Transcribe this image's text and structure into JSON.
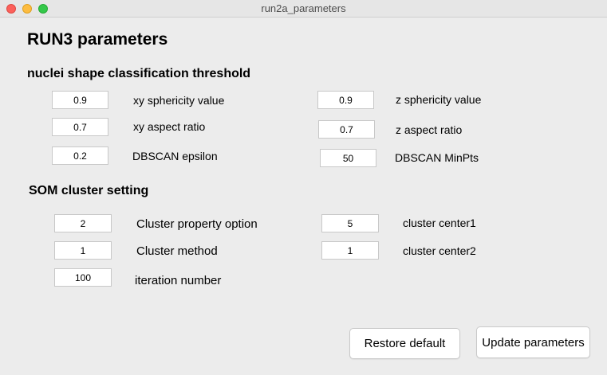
{
  "window": {
    "title": "run2a_parameters",
    "controls": {
      "close_color": "#fc605b",
      "minimize_color": "#fdbc40",
      "maximize_color": "#34c84a"
    }
  },
  "heading": "RUN3 parameters",
  "nuclei_section": {
    "title": "nuclei shape classification threshold",
    "xy_sphericity": {
      "value": "0.9",
      "label": "xy sphericity value"
    },
    "z_sphericity": {
      "value": "0.9",
      "label": "z sphericity value"
    },
    "xy_aspect": {
      "value": "0.7",
      "label": "xy aspect ratio"
    },
    "z_aspect": {
      "value": "0.7",
      "label": "z aspect ratio"
    },
    "dbscan_epsilon": {
      "value": "0.2",
      "label": "DBSCAN epsilon"
    },
    "dbscan_minpts": {
      "value": "50",
      "label": "DBSCAN MinPts"
    }
  },
  "som_section": {
    "title": "SOM cluster setting",
    "cluster_property": {
      "value": "2",
      "label": "Cluster property option"
    },
    "cluster_center1": {
      "value": "5",
      "label": "cluster center1"
    },
    "cluster_method": {
      "value": "1",
      "label": "Cluster method"
    },
    "cluster_center2": {
      "value": "1",
      "label": "cluster center2"
    },
    "iteration": {
      "value": "100",
      "label": "iteration number"
    }
  },
  "buttons": {
    "restore": "Restore default",
    "update": "Update parameters"
  }
}
